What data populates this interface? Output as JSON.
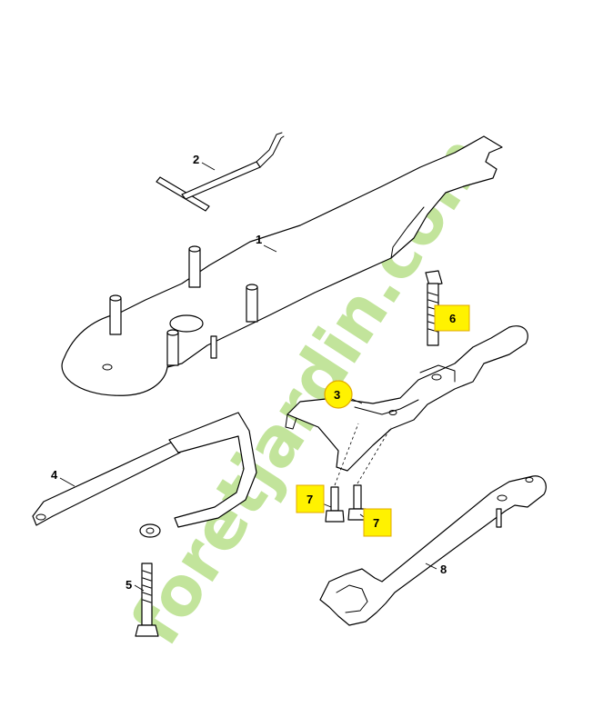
{
  "callouts": {
    "c1": "1",
    "c2": "2",
    "c3": "3",
    "c4": "4",
    "c5": "5",
    "c6": "6",
    "c7a": "7",
    "c7b": "7",
    "c8": "8"
  },
  "watermark": {
    "text": "foretjardin.com",
    "color_green": "#b8e08a",
    "color_brown": "#d9c8b0"
  },
  "colors": {
    "highlight_fill": "#fff200",
    "highlight_stroke": "#e0a800",
    "line": "#000000"
  }
}
